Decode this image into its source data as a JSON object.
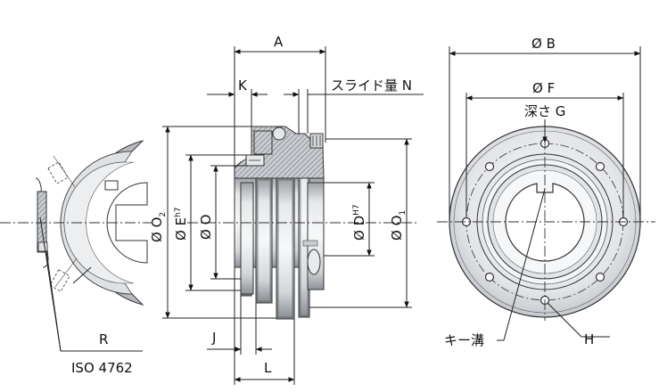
{
  "labels": {
    "A": "A",
    "K": "K",
    "slide_amount": "スライド量 N",
    "J": "J",
    "L": "L",
    "phi_O2": "Ø O",
    "sub_2": "2",
    "phi_E": "Ø E",
    "sup_h7": "h7",
    "phi_O": "Ø O",
    "phi_D": "Ø D",
    "sup_H7": "H7",
    "phi_O1": "Ø O",
    "sub_1": "1",
    "phi_B": "Ø B",
    "phi_F": "Ø F",
    "depth_G": "深さ G",
    "key_groove": "キー溝",
    "H": "H",
    "R": "R",
    "iso": "ISO 4762"
  },
  "colors": {
    "metal_light": "#eceeef",
    "metal_mid": "#d7dadd",
    "metal_dark": "#9da2a7",
    "section_hatch": "#7b8086",
    "line": "#222222"
  }
}
